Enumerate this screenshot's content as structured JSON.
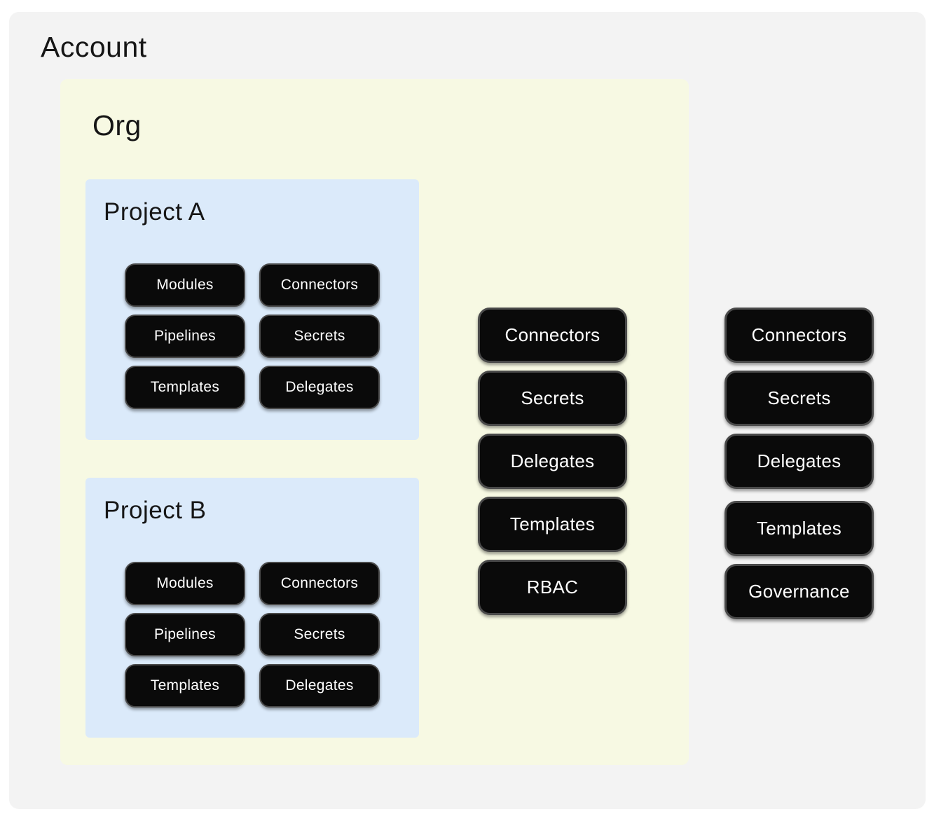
{
  "colors": {
    "page_bg": "#ffffff",
    "account_bg": "#f3f3f3",
    "org_bg": "#f7f9e3",
    "project_bg": "#dbeafa",
    "pill_bg": "#0a0a0a",
    "pill_border": "#4a4a4a",
    "pill_text": "#ffffff",
    "title_text": "#161616"
  },
  "account": {
    "label": "Account",
    "resources": [
      "Connectors",
      "Secrets",
      "Delegates",
      "Templates",
      "Governance"
    ],
    "org": {
      "label": "Org",
      "resources": [
        "Connectors",
        "Secrets",
        "Delegates",
        "Templates",
        "RBAC"
      ],
      "projects": [
        {
          "label": "Project A",
          "resources": [
            "Modules",
            "Connectors",
            "Pipelines",
            "Secrets",
            "Templates",
            "Delegates"
          ]
        },
        {
          "label": "Project B",
          "resources": [
            "Modules",
            "Connectors",
            "Pipelines",
            "Secrets",
            "Templates",
            "Delegates"
          ]
        }
      ]
    }
  }
}
